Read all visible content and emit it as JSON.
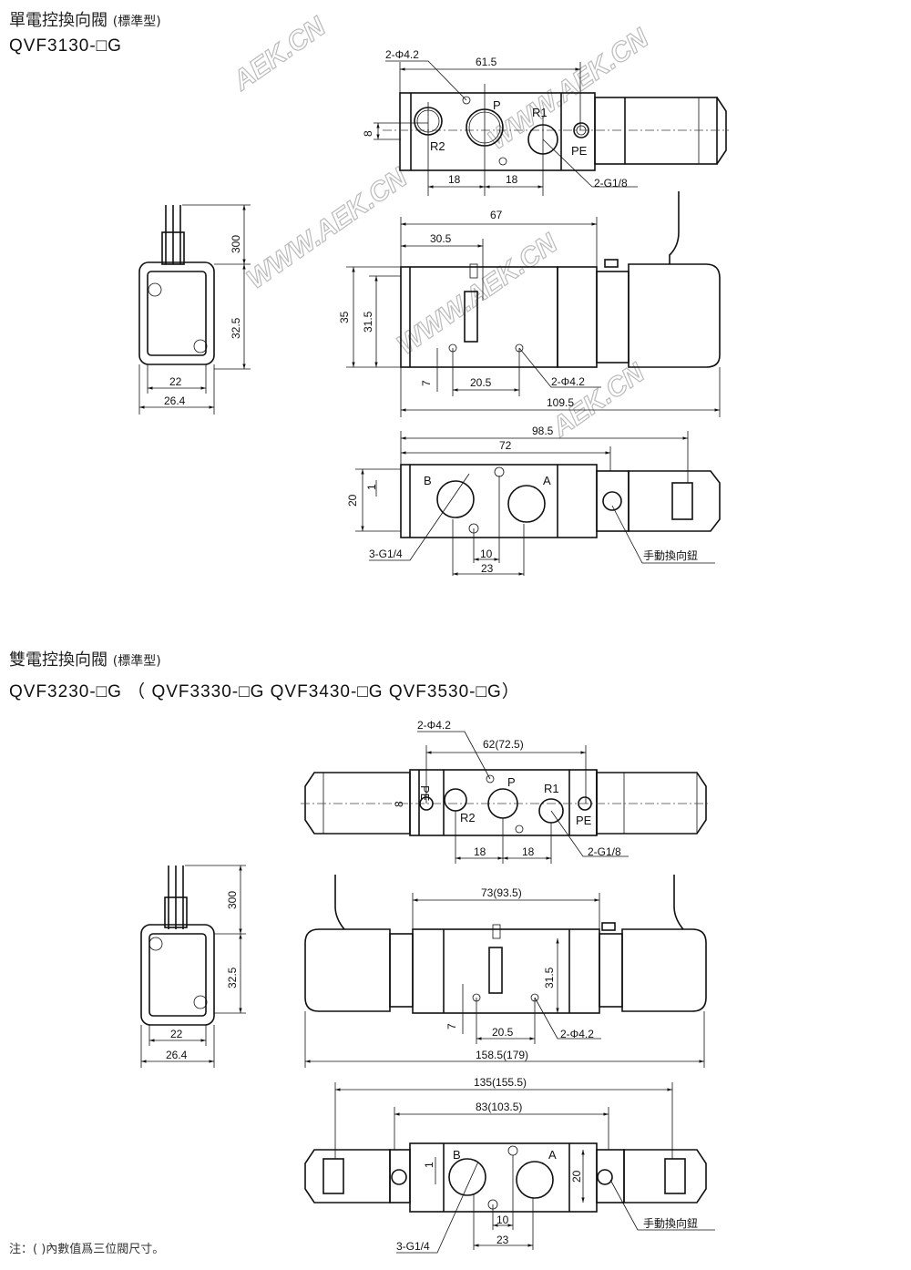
{
  "section1": {
    "title": "單電控換向閥",
    "title_suffix": "(標準型)",
    "model": "QVF3130-□G",
    "top_view": {
      "holes": "2-Φ4.2",
      "length": "61.5",
      "offset": "8",
      "pitch_left": "18",
      "pitch_right": "18",
      "ports_thread": "2-G1/8",
      "port_p": "P",
      "port_r1": "R1",
      "port_r2": "R2",
      "port_pe": "PE"
    },
    "side_view": {
      "body_len": "67",
      "slot_pos": "30.5",
      "height": "35",
      "height_inner": "31.5",
      "hole_offset": "7",
      "hole_pitch": "20.5",
      "holes": "2-Φ4.2",
      "total_len": "109.5"
    },
    "coil_view": {
      "wire_len": "300",
      "coil_height": "32.5",
      "inner_width": "22",
      "outer_width": "26.4"
    },
    "bottom_view": {
      "len_a": "98.5",
      "len_b": "72",
      "height": "20",
      "offset": "1",
      "port_b": "B",
      "port_a": "A",
      "ports_thread": "3-G1/4",
      "pitch_small": "10",
      "pitch": "23",
      "manual_button": "手動換向鈕"
    }
  },
  "section2": {
    "title": "雙電控換向閥",
    "title_suffix": "(標準型)",
    "model": "QVF3230-□G （ QVF3330-□G  QVF3430-□G  QVF3530-□G）",
    "top_view": {
      "holes": "2-Φ4.2",
      "length": "62(72.5)",
      "offset": "8",
      "pitch_left": "18",
      "pitch_right": "18",
      "ports_thread": "2-G1/8",
      "port_p": "P",
      "port_r1": "R1",
      "port_r2": "R2",
      "port_pe": "PE",
      "port_pe_left": "PE"
    },
    "side_view": {
      "body_len": "73(93.5)",
      "height_inner": "31.5",
      "hole_offset": "7",
      "hole_pitch": "20.5",
      "holes": "2-Φ4.2",
      "total_len": "158.5(179)"
    },
    "coil_view": {
      "wire_len": "300",
      "coil_height": "32.5",
      "inner_width": "22",
      "outer_width": "26.4"
    },
    "bottom_view": {
      "len_a": "135(155.5)",
      "len_b": "83(103.5)",
      "height": "20",
      "offset": "1",
      "port_b": "B",
      "port_a": "A",
      "ports_thread": "3-G1/4",
      "pitch_small": "10",
      "pitch": "23",
      "manual_button": "手動換向鈕"
    }
  },
  "note": "注：( )內數值爲三位閥尺寸。",
  "watermarks": [
    "AEK.CN",
    "WWW.AEK.CN",
    "WWW.AEK.CN",
    "WWW.AEK.CN",
    "AEK.CN"
  ]
}
